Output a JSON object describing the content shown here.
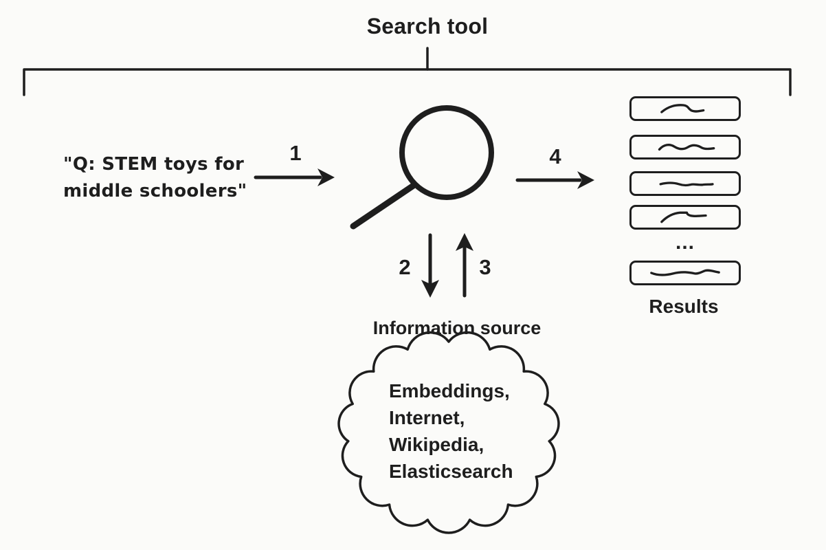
{
  "title": "Search tool",
  "query": {
    "line1": "\"Q: STEM toys for",
    "line2": "middle schoolers\""
  },
  "steps": {
    "s1": "1",
    "s2": "2",
    "s3": "3",
    "s4": "4"
  },
  "results": {
    "label": "Results",
    "ellipsis": "..."
  },
  "info_source": {
    "label": "Information source",
    "lines": [
      "Embeddings,",
      "Internet,",
      "Wikipedia,",
      "Elasticsearch"
    ]
  },
  "icons": {
    "magnifier": "search-icon",
    "source_bubble": "cloud-shape",
    "result_content": "squiggle-line",
    "scope_bracket": "bracket"
  },
  "colors": {
    "ink": "#1e1e1e",
    "background": "#fbfbf9"
  }
}
